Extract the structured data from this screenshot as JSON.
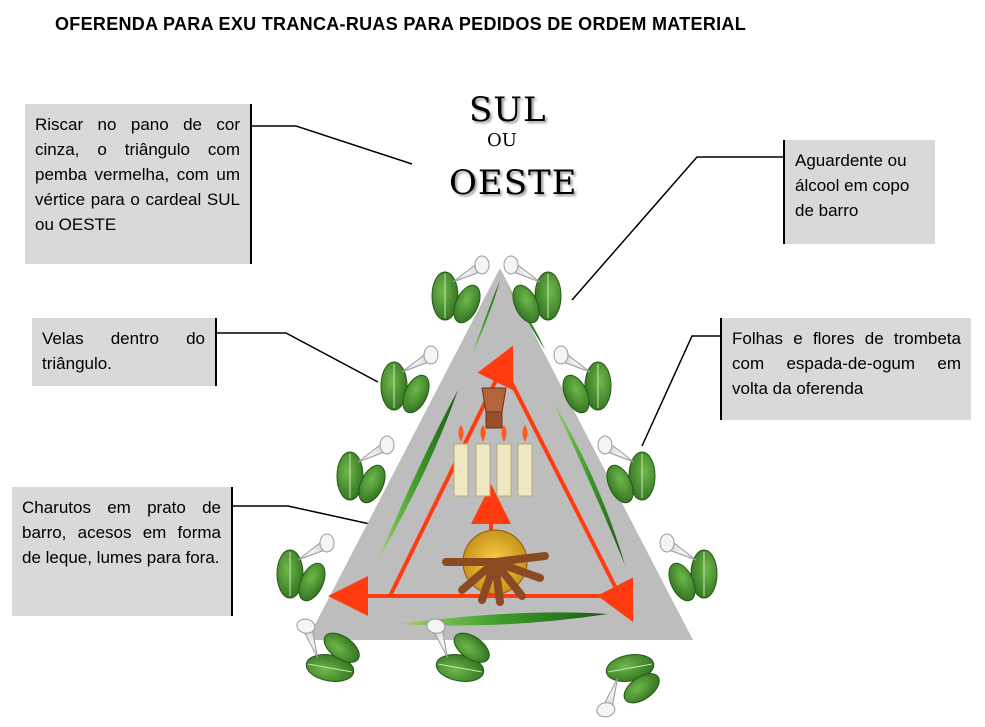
{
  "title": "OFERENDA PARA EXU TRANCA-RUAS PARA PEDIDOS DE ORDEM MATERIAL",
  "cardinal": {
    "sul": "SUL",
    "ou": "OU",
    "oeste": "OESTE"
  },
  "boxes": {
    "riscar": "Riscar no pano de cor cinza, o triângulo com pemba vermelha, com um vértice para o cardeal SUL ou OESTE",
    "velas": "Velas dentro do triângulo.",
    "charutos": "Charutos em prato de barro, acesos em forma de leque, lumes para fora.",
    "aguardente": "Aguardente ou álcool em copo de barro",
    "folhas": "Folhas e flores de trombeta com espada-de-ogum em volta da oferenda"
  },
  "colors": {
    "cloth": "#bdbdbd",
    "arrow": "#ff3b0f",
    "leaf": "#3e8c2a",
    "candle": "#efe6c2",
    "clay": "#a0522d",
    "plate": "#e3b21c"
  }
}
